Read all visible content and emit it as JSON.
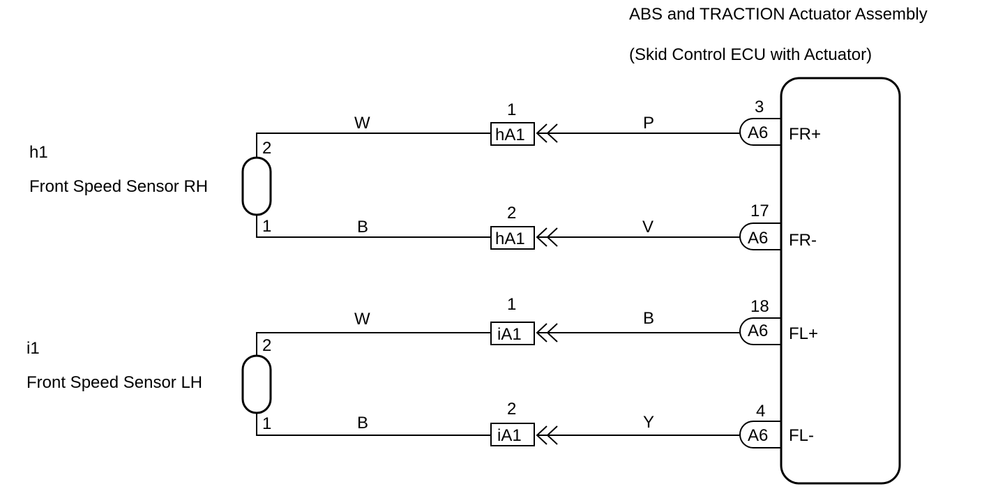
{
  "ecu": {
    "title": "ABS and TRACTION Actuator Assembly",
    "subtitle": "(Skid Control ECU with Actuator)"
  },
  "sensors": [
    {
      "id": "h1",
      "name": "Front Speed Sensor RH",
      "pin_top": "2",
      "pin_bottom": "1"
    },
    {
      "id": "i1",
      "name": "Front Speed Sensor LH",
      "pin_top": "2",
      "pin_bottom": "1"
    }
  ],
  "circuits": [
    {
      "left_wire": "W",
      "junction": "hA1",
      "junction_pin": "1",
      "right_wire": "P",
      "ecu_connector": "A6",
      "ecu_pin": "3",
      "terminal": "FR+"
    },
    {
      "left_wire": "B",
      "junction": "hA1",
      "junction_pin": "2",
      "right_wire": "V",
      "ecu_connector": "A6",
      "ecu_pin": "17",
      "terminal": "FR-"
    },
    {
      "left_wire": "W",
      "junction": "iA1",
      "junction_pin": "1",
      "right_wire": "B",
      "ecu_connector": "A6",
      "ecu_pin": "18",
      "terminal": "FL+"
    },
    {
      "left_wire": "B",
      "junction": "iA1",
      "junction_pin": "2",
      "right_wire": "Y",
      "ecu_connector": "A6",
      "ecu_pin": "4",
      "terminal": "FL-"
    }
  ]
}
